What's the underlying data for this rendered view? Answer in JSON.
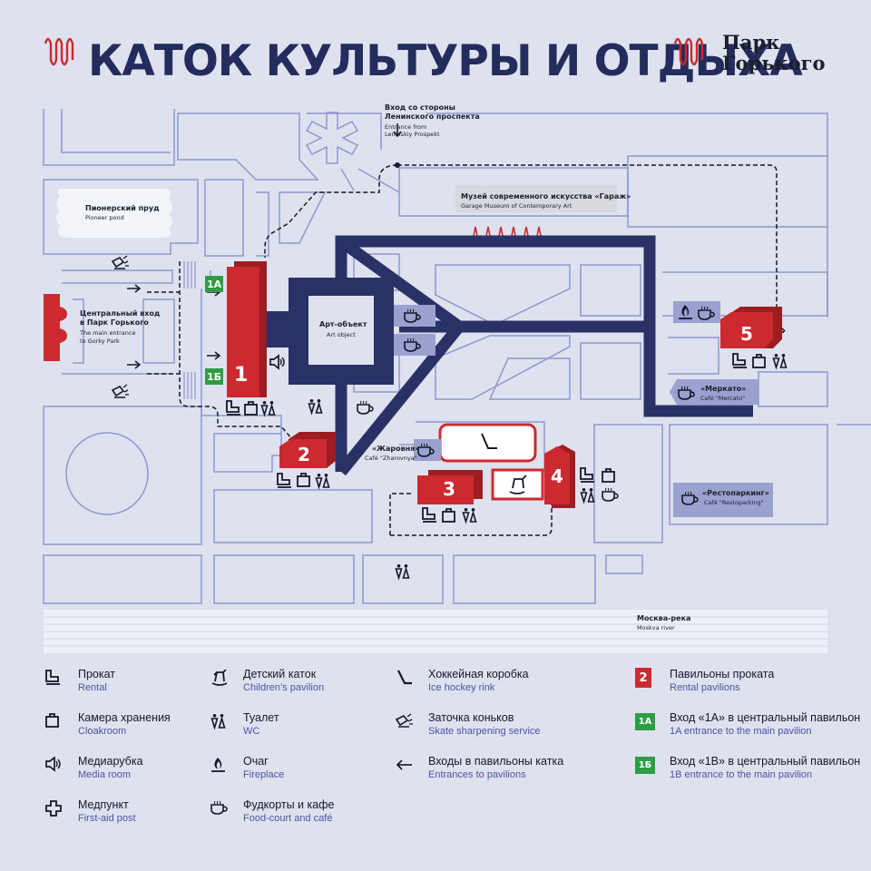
{
  "header": {
    "title": "КАТОК КУЛЬТУРЫ И ОТДЫХА",
    "park_name_line1": "Парк",
    "park_name_line2": "Горького"
  },
  "map": {
    "entrance_leninsky": {
      "ru_line1": "Вход со стороны",
      "ru_line2": "Ленинского проспекта",
      "en_line1": "Entrance from",
      "en_line2": "Leninskiy Prospekt"
    },
    "pioneer_pond": {
      "ru": "Пионерский пруд",
      "en": "Pioneer pond"
    },
    "garage_museum": {
      "ru": "Музей современного искусства «Гараж»",
      "en": "Garage Museum of Contemporary Art"
    },
    "main_entrance": {
      "ru_line1": "Центральный вход",
      "ru_line2": "в Парк Горького",
      "en_line1": "The main entrance",
      "en_line2": "to Gorky Park"
    },
    "art_object": {
      "ru": "Арт-объект",
      "en": "Art object"
    },
    "mercato": {
      "ru": "«Меркато»",
      "en": "Café \"Mercato\""
    },
    "zharovnya": {
      "ru": "«Жаровня»",
      "en": "Café \"Zharovnya\""
    },
    "restoparking": {
      "ru": "«Рестопаркинг»",
      "en": "Café \"Restoparking\""
    },
    "moskva_river": {
      "ru": "Москва-река",
      "en": "Moskva river"
    },
    "entrance_badges": {
      "a": "1А",
      "b": "1Б"
    },
    "pavilions": [
      "1",
      "2",
      "3",
      "4",
      "5"
    ]
  },
  "legend": {
    "rental": {
      "ru": "Прокат",
      "en": "Rental",
      "icon": "skate-rental-icon"
    },
    "cloakroom": {
      "ru": "Камера хранения",
      "en": "Cloakroom",
      "icon": "cloakroom-icon"
    },
    "media_room": {
      "ru": "Медиарубка",
      "en": "Media room",
      "icon": "speaker-icon"
    },
    "first_aid": {
      "ru": "Медпункт",
      "en": "First-aid post",
      "icon": "first-aid-cross-icon"
    },
    "children_pavilion": {
      "ru": "Детский каток",
      "en": "Children’s pavilion",
      "icon": "rocking-horse-icon"
    },
    "wc": {
      "ru": "Туалет",
      "en": "WC",
      "icon": "wc-icon"
    },
    "fireplace": {
      "ru": "Очаг",
      "en": "Fireplace",
      "icon": "fire-icon"
    },
    "food_court": {
      "ru": "Фудкорты и кафе",
      "en": "Food-court and café",
      "icon": "cup-icon"
    },
    "hockey_rink": {
      "ru": "Хоккейная коробка",
      "en": "Ice hockey rink",
      "icon": "hockey-stick-icon"
    },
    "skate_sharpening": {
      "ru": "Заточка коньков",
      "en": "Skate sharpening service",
      "icon": "skate-sharpening-icon"
    },
    "entrances": {
      "ru": "Входы в павильоны катка",
      "en": "Entrances to pavilions",
      "icon": "arrow-left-icon"
    },
    "rental_pavilions": {
      "badge": "2",
      "ru": "Павильоны проката",
      "en": "Rental pavilions"
    },
    "entrance_1a": {
      "badge": "1А",
      "ru": "Вход «1А» в центральный павильон",
      "en": "1A entrance to the main pavilion"
    },
    "entrance_1b": {
      "badge": "1Б",
      "ru": "Вход «1В» в центральный павильон",
      "en": "1B entrance to the main pavilion"
    }
  },
  "colors": {
    "background": "#dde2ee",
    "navy": "#2a3166",
    "red": "#cc2a30",
    "green": "#2e9d43",
    "outline": "#8e97cf",
    "cafe_box": "#9aa1cf"
  }
}
